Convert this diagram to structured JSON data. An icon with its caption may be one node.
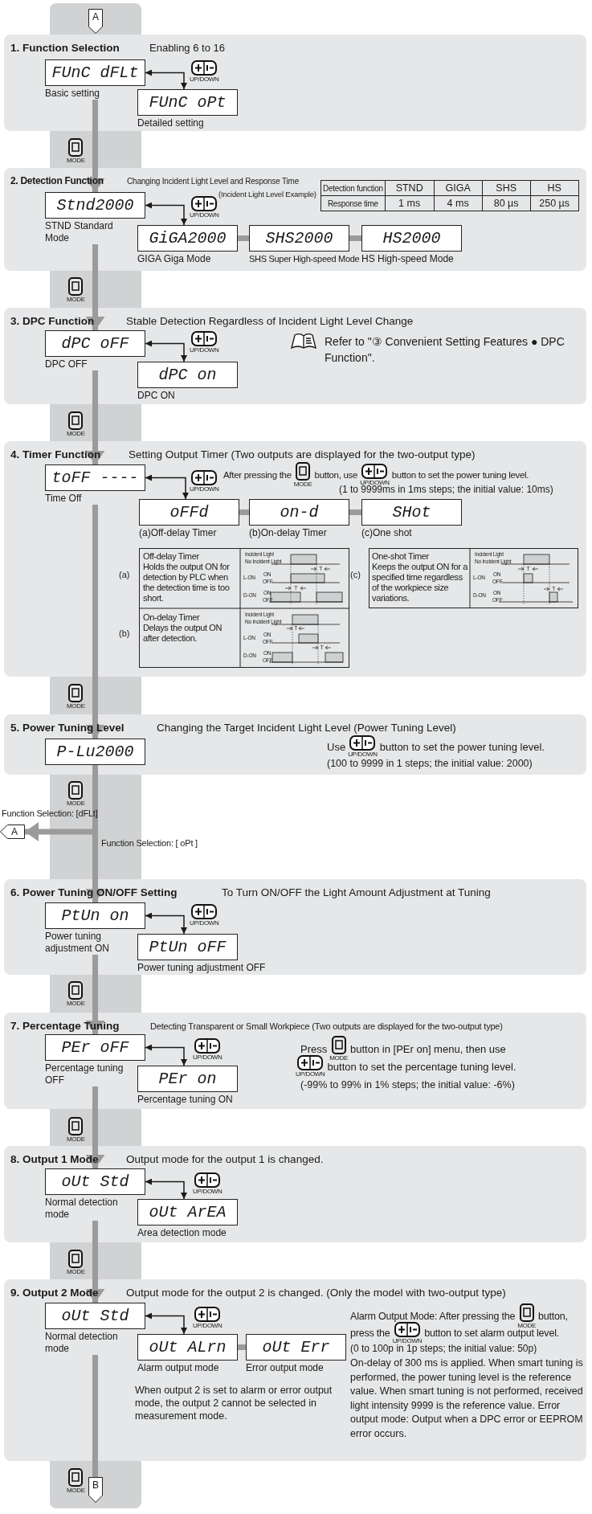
{
  "diagram": {
    "nodes": [
      {
        "text": [
          "A"
        ]
      },
      {
        "text": [
          "1. Function Selection",
          "Enabling 6 to 16"
        ]
      },
      {
        "text": [
          "FUnC dFLt"
        ],
        "in": 1,
        "beside": [
          "Basic setting"
        ]
      },
      {
        "text": [
          "FUnC oPt"
        ],
        "in": 1,
        "beside": [
          "Detailed setting"
        ]
      },
      {
        "text": [
          "2. Detection Function",
          "Changing Incident Light Level and Response Time"
        ]
      },
      {
        "text": [
          "Stnd2000"
        ],
        "in": 4,
        "beside": [
          "STND Standard Mode"
        ]
      },
      {
        "text": [
          "GiGA2000"
        ],
        "in": 4,
        "beside": [
          "GIGA Giga Mode"
        ]
      },
      {
        "text": [
          "SHS2000"
        ],
        "in": 4,
        "beside": [
          "SHS Super High-speed Mode"
        ]
      },
      {
        "text": [
          "HS2000"
        ],
        "in": 4,
        "beside": [
          "HS High-speed Mode"
        ]
      },
      {
        "text": [
          "3. DPC Function",
          "Stable Detection Regardless of Incident Light Level Change"
        ]
      },
      {
        "text": [
          "dPC oFF"
        ],
        "in": 9,
        "beside": [
          "DPC OFF"
        ]
      },
      {
        "text": [
          "dPC on"
        ],
        "in": 9,
        "beside": [
          "DPC ON"
        ]
      },
      {
        "text": [
          "4. Timer Function",
          "Setting Output Timer (Two outputs are displayed for the two-output type)"
        ]
      },
      {
        "text": [
          "toFF ----"
        ],
        "in": 12,
        "beside": [
          "Time Off"
        ]
      },
      {
        "text": [
          "oFFd"
        ],
        "in": 12,
        "beside": [
          "(a)Off-delay Timer"
        ]
      },
      {
        "text": [
          "on-d"
        ],
        "in": 12,
        "beside": [
          "(b)On-delay Timer"
        ]
      },
      {
        "text": [
          "SHot"
        ],
        "in": 12,
        "beside": [
          "(c)One shot"
        ]
      },
      {
        "text": [
          "5. Power Tuning Level",
          "Changing the Target Incident Light Level (Power Tuning Level)"
        ]
      },
      {
        "text": [
          "P-Lu2000"
        ],
        "in": 17
      },
      {
        "text": [
          "A"
        ]
      },
      {
        "text": [
          "6. Power Tuning ON/OFF Setting",
          "To Turn ON/OFF the Light Amount Adjustment at Tuning"
        ]
      },
      {
        "text": [
          "PtUn on"
        ],
        "in": 20,
        "beside": [
          "Power tuning adjustment ON"
        ]
      },
      {
        "text": [
          "PtUn oFF"
        ],
        "in": 20,
        "beside": [
          "Power tuning adjustment OFF"
        ]
      },
      {
        "text": [
          "7. Percentage Tuning",
          "Detecting Transparent or Small Workpiece (Two outputs are displayed for the two-output type)"
        ]
      },
      {
        "text": [
          "PEr oFF"
        ],
        "in": 23,
        "beside": [
          "Percentage tuning OFF"
        ]
      },
      {
        "text": [
          "PEr on"
        ],
        "in": 23,
        "beside": [
          "Percentage tuning ON"
        ]
      },
      {
        "text": [
          "8. Output 1 Mode",
          "Output mode for the output 1 is changed."
        ]
      },
      {
        "text": [
          "oUt Std"
        ],
        "in": 26,
        "beside": [
          "Normal detection mode"
        ]
      },
      {
        "text": [
          "oUt ArEA"
        ],
        "in": 26,
        "beside": [
          "Area detection mode"
        ]
      },
      {
        "text": [
          "9. Output 2 Mode",
          "Output mode for the output 2 is changed. (Only the model with two-output type)"
        ]
      },
      {
        "text": [
          "oUt Std"
        ],
        "in": 29,
        "beside": [
          "Normal detection mode"
        ]
      },
      {
        "text": [
          "oUt ALrn"
        ],
        "in": 29,
        "beside": [
          "Alarm output mode"
        ]
      },
      {
        "text": [
          "oUt Err"
        ],
        "in": 29,
        "beside": [
          "Error output mode"
        ]
      },
      {
        "text": [
          "B"
        ]
      }
    ],
    "edges": [
      {
        "from": 2,
        "to": 3,
        "arrow": "both",
        "color": "#1a1a1a"
      },
      {
        "from": 2,
        "to": 5,
        "arrow": "to"
      },
      {
        "from": 5,
        "to": 6,
        "arrow": "both",
        "color": "#1a1a1a"
      },
      {
        "from": 6,
        "to": 7,
        "arrow": "none"
      },
      {
        "from": 7,
        "to": 8,
        "arrow": "none"
      },
      {
        "from": 5,
        "to": 10,
        "arrow": "to"
      },
      {
        "from": 10,
        "to": 11,
        "arrow": "both",
        "color": "#1a1a1a"
      },
      {
        "from": 10,
        "to": 13,
        "arrow": "to"
      },
      {
        "from": 13,
        "to": 14,
        "arrow": "both",
        "color": "#1a1a1a"
      },
      {
        "from": 14,
        "to": 15,
        "arrow": "none"
      },
      {
        "from": 15,
        "to": 16,
        "arrow": "none"
      },
      {
        "from": 13,
        "to": 18,
        "arrow": "to"
      },
      {
        "from": 18,
        "to": 19,
        "arrow": "to",
        "label": "Function Selection: [dFLt]"
      },
      {
        "from": 18,
        "to": 21,
        "arrow": "to",
        "label": "Function Selection: [ oPt ]"
      },
      {
        "from": 21,
        "to": 22,
        "arrow": "both",
        "color": "#1a1a1a"
      },
      {
        "from": 21,
        "to": 24,
        "arrow": "to"
      },
      {
        "from": 24,
        "to": 25,
        "arrow": "both",
        "color": "#1a1a1a"
      },
      {
        "from": 24,
        "to": 27,
        "arrow": "to"
      },
      {
        "from": 27,
        "to": 28,
        "arrow": "both",
        "color": "#1a1a1a"
      },
      {
        "from": 27,
        "to": 30,
        "arrow": "to"
      },
      {
        "from": 30,
        "to": 31,
        "arrow": "both",
        "color": "#1a1a1a"
      },
      {
        "from": 31,
        "to": 32,
        "arrow": "none"
      },
      {
        "from": 30,
        "to": 33,
        "arrow": "none"
      }
    ],
    "labels": [
      "UP/DOWN",
      "MODE",
      "Detection function",
      "STND",
      "GIGA",
      "SHS",
      "HS",
      "Response time",
      "1 ms",
      "4 ms",
      "80 µs",
      "250 µs",
      "(Incident Light Level Example)",
      "UP/DOWN",
      "MODE",
      "UP/DOWN",
      "Refer to \"③ Convenient Setting Features ● DPC Function\".",
      "MODE",
      "UP/DOWN",
      "After pressing the",
      "MODE",
      "button, use",
      "UP/DOWN",
      "button to set the power tuning level.",
      "(1 to 9999ms in 1ms steps; the initial value: 10ms)",
      "(a)",
      "Off-delay Timer",
      "Holds the output ON for detection by PLC when the detection time is too short.",
      "Incident Light",
      "No Incident Light",
      "T",
      "L-ON",
      "ON",
      "OFF",
      "T",
      "D-ON",
      "ON",
      "OFF",
      "(c)",
      "One-shot Timer",
      "Keeps the output ON for a specified time regardless of the workpiece size variations.",
      "Incident Light",
      "No Incident Light",
      "T",
      "L-ON",
      "ON",
      "OFF",
      "T",
      "D-ON",
      "ON",
      "OFF",
      "(b)",
      "On-delay Timer",
      "Delays the output ON after detection.",
      "Incident Light",
      "No Incident Light",
      "T",
      "L-ON",
      "ON",
      "OFF",
      "T",
      "D-ON",
      "ON",
      "OFF",
      "MODE",
      "Use",
      "UP/DOWN",
      "button to set the power tuning level.",
      "(100 to 9999 in 1 steps; the initial value: 2000)",
      "MODE",
      "UP/DOWN",
      "MODE",
      "UP/DOWN",
      "Press",
      "MODE",
      "button in [PEr on] menu, then use",
      "UP/DOWN",
      "button to set the percentage tuning level.",
      "(-99% to 99% in 1% steps; the initial value: -6%)",
      "MODE",
      "UP/DOWN",
      "MODE",
      "UP/DOWN",
      "When output 2 is set to alarm or error output mode, the output 2 cannot be selected in measurement mode.",
      "Alarm Output Mode: After pressing the",
      "MODE",
      "button,",
      "press the",
      "UP/DOWN",
      "button to set alarm output level.",
      "(0 to 100p in 1p steps; the initial value: 50p)",
      "On-delay of 300 ms is applied. When smart tuning is performed, the power tuning level is the reference value. When smart tuning is not performed, received light intensity 9999 is the reference value. Error output mode: Output when a DPC error or EEPROM error occurs.",
      "MODE"
    ]
  }
}
